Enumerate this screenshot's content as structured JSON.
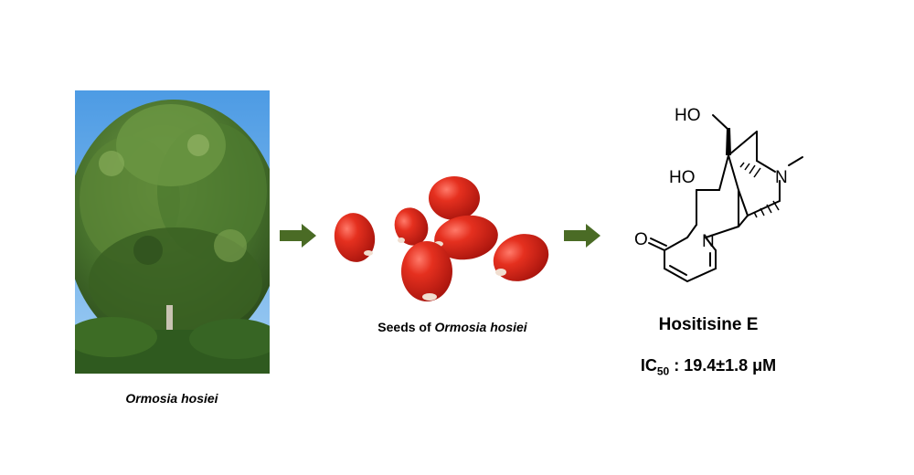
{
  "figure": {
    "source_label": "Ormosia hosiei",
    "seeds_label_prefix": "Seeds of ",
    "seeds_label_species": "Ormosia hosiei",
    "compound": {
      "name": "Hositisine E",
      "activity_label": "IC",
      "activity_subscript": "50",
      "activity_value": " : 19.4±1.8 μM",
      "atom_labels": {
        "hydroxymethyl": "HO",
        "hydroxyl": "HO",
        "amine_n": "N",
        "pyridone_n": "N",
        "carbonyl_o": "O"
      }
    }
  },
  "colors": {
    "arrow": "#4a6b25",
    "seed": "#d9261c",
    "seed_tip": "#f1ded0",
    "sky": "#5ea6e6",
    "foliage": "#3f6b2a"
  },
  "icons": {
    "arrow1": "right-arrow-icon",
    "arrow2": "right-arrow-icon"
  }
}
